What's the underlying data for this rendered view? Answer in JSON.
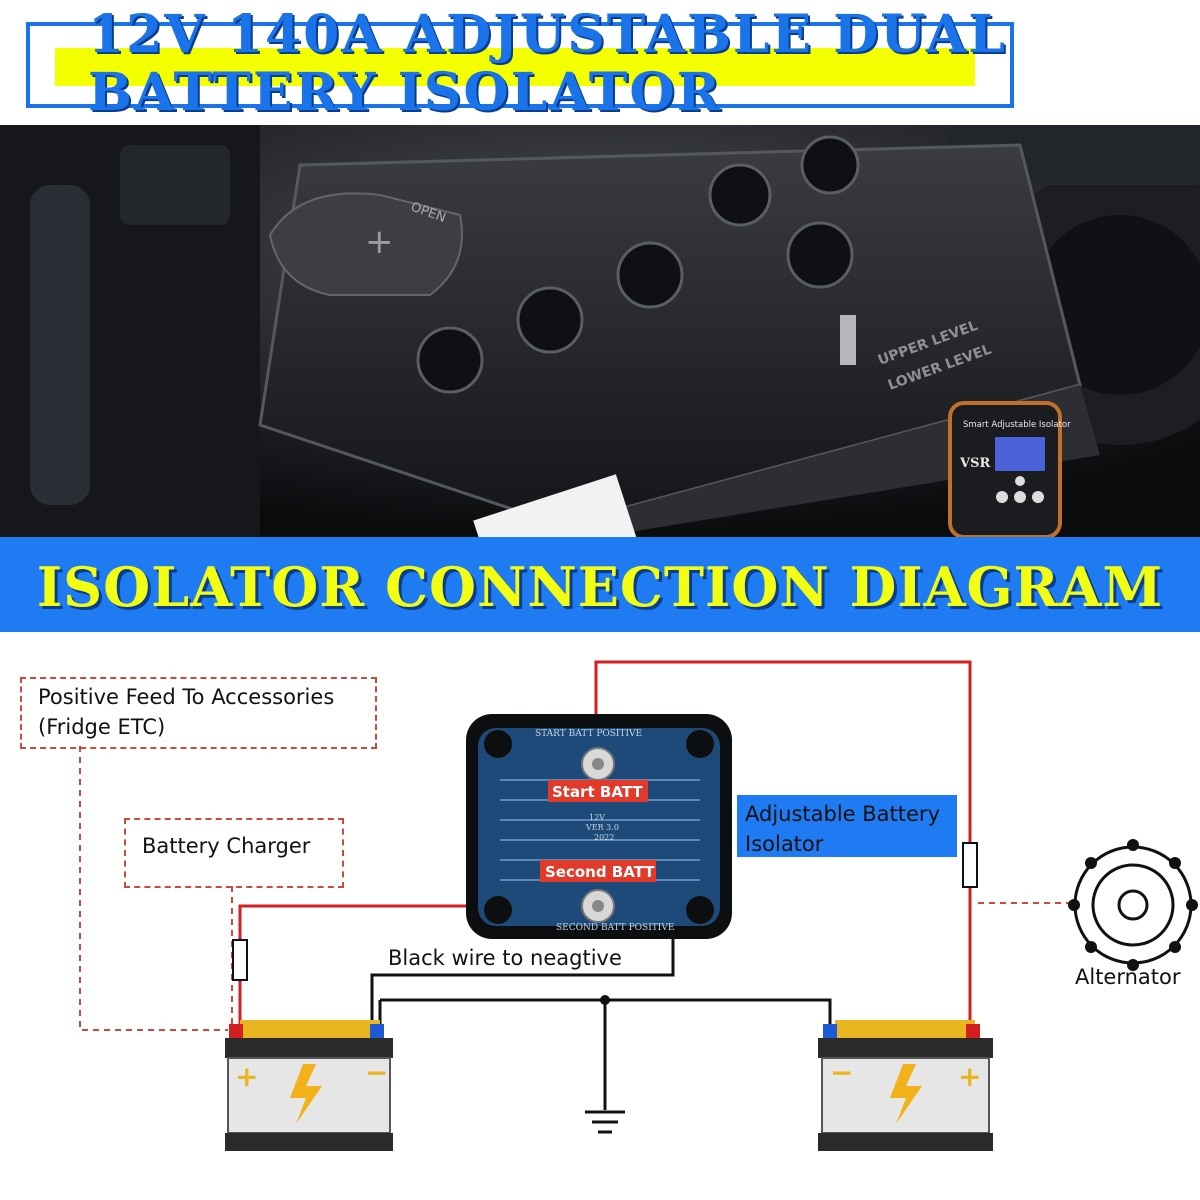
{
  "title": {
    "line1": "12V 140A ADJUSTABLE DUAL",
    "line2": "BATTERY ISOLATOR"
  },
  "photo": {
    "cap_open": "OPEN",
    "upper_level": "UPPER LEVEL",
    "lower_level": "LOWER LEVEL",
    "device_label": "Smart Adjustable Isolator",
    "device_brand": "VSR"
  },
  "banner": {
    "text": "ISOLATOR CONNECTION DIAGRAM"
  },
  "diagram": {
    "accessories_line1": "Positive Feed  To Accessories",
    "accessories_line2": "(Fridge ETC)",
    "charger": "Battery Charger",
    "isolator_line1": "Adjustable Battery",
    "isolator_line2": "Isolator",
    "start_batt": "Start BATT",
    "second_batt": "Second BATT",
    "start_batt_positive": "START BATT POSITIVE",
    "second_batt_positive": "SECOND BATT POSITIVE",
    "device_voltage": "12V",
    "device_version": "VER 3.0",
    "device_year": "2022",
    "black_wire": "Black wire to neagtive",
    "alternator": "Alternator"
  },
  "colors": {
    "accent_blue": "#1e7bf2",
    "title_yellow": "#f4ff00",
    "wire_red": "#d41f1f",
    "dashed_red": "#cc4a3c"
  }
}
